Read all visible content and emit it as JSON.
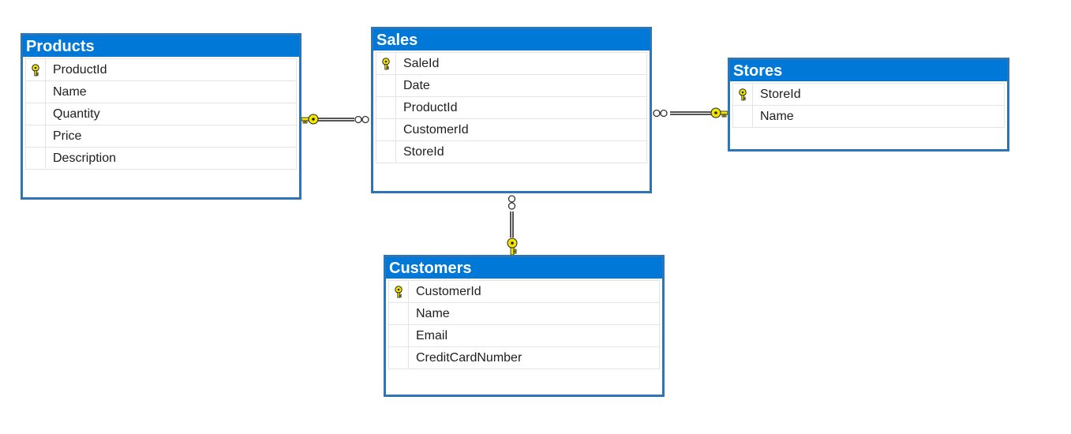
{
  "tables": {
    "products": {
      "title": "Products",
      "columns": [
        {
          "name": "ProductId",
          "key": true
        },
        {
          "name": "Name",
          "key": false
        },
        {
          "name": "Quantity",
          "key": false
        },
        {
          "name": "Price",
          "key": false
        },
        {
          "name": "Description",
          "key": false
        }
      ]
    },
    "sales": {
      "title": "Sales",
      "columns": [
        {
          "name": "SaleId",
          "key": true
        },
        {
          "name": "Date",
          "key": false
        },
        {
          "name": "ProductId",
          "key": false
        },
        {
          "name": "CustomerId",
          "key": false
        },
        {
          "name": "StoreId",
          "key": false
        }
      ]
    },
    "stores": {
      "title": "Stores",
      "columns": [
        {
          "name": "StoreId",
          "key": true
        },
        {
          "name": "Name",
          "key": false
        }
      ]
    },
    "customers": {
      "title": "Customers",
      "columns": [
        {
          "name": "CustomerId",
          "key": true
        },
        {
          "name": "Name",
          "key": false
        },
        {
          "name": "Email",
          "key": false
        },
        {
          "name": "CreditCardNumber",
          "key": false
        }
      ]
    }
  },
  "relationships": [
    {
      "from": "products",
      "to": "sales",
      "one_end": "products",
      "many_end": "sales"
    },
    {
      "from": "stores",
      "to": "sales",
      "one_end": "stores",
      "many_end": "sales"
    },
    {
      "from": "customers",
      "to": "sales",
      "one_end": "customers",
      "many_end": "sales"
    }
  ],
  "colors": {
    "title_bar": "#0078D7",
    "border": "#2E75B6",
    "key_icon": "#F2E600",
    "connector": "#555555"
  },
  "icons": {
    "primary_key": "key-icon",
    "one_end": "key-icon",
    "many_end": "infinity-icon"
  }
}
